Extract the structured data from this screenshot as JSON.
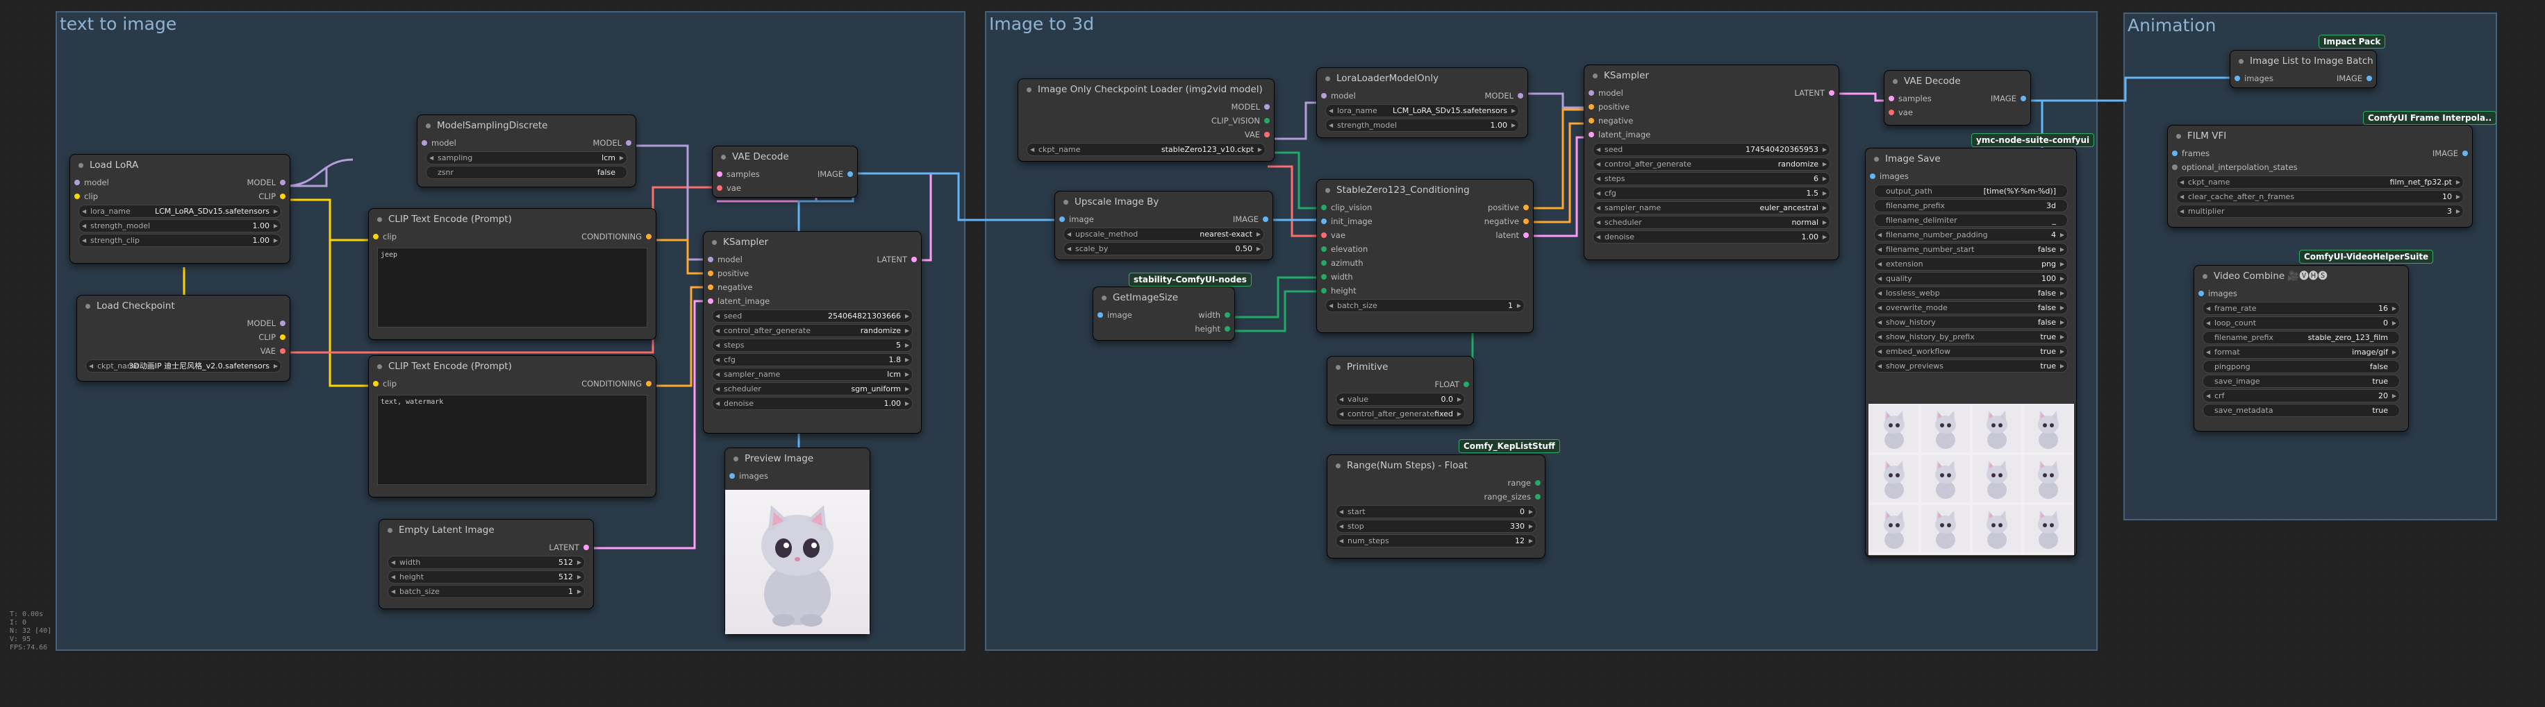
{
  "groups": {
    "t2i": "text to image",
    "i23d": "Image to 3d",
    "anim": "Animation"
  },
  "stats": [
    "T: 0.00s",
    "I: 0",
    "N: 32 [40]",
    "V: 95",
    "FPS:74.66"
  ],
  "load_lora": {
    "title": "Load LoRA",
    "in_model": "model",
    "in_clip": "clip",
    "out_model": "MODEL",
    "out_clip": "CLIP",
    "w": [
      [
        "lora_name",
        "LCM_LoRA_SDv15.safetensors"
      ],
      [
        "strength_model",
        "1.00"
      ],
      [
        "strength_clip",
        "1.00"
      ]
    ]
  },
  "load_ckpt": {
    "title": "Load Checkpoint",
    "out_model": "MODEL",
    "out_clip": "CLIP",
    "out_vae": "VAE",
    "w_name": "ckpt_name",
    "w_val": "3D动画IP 迪士尼风格_v2.0.safetensors"
  },
  "msd": {
    "title": "ModelSamplingDiscrete",
    "in_model": "model",
    "out_model": "MODEL",
    "w": [
      [
        "sampling",
        "lcm"
      ],
      [
        "zsnr",
        "false"
      ]
    ]
  },
  "clip1": {
    "title": "CLIP Text Encode (Prompt)",
    "in_clip": "clip",
    "out": "CONDITIONING",
    "text": "jeep"
  },
  "clip2": {
    "title": "CLIP Text Encode (Prompt)",
    "in_clip": "clip",
    "out": "CONDITIONING",
    "text": "text, watermark"
  },
  "latent": {
    "title": "Empty Latent Image",
    "out": "LATENT",
    "w": [
      [
        "width",
        "512"
      ],
      [
        "height",
        "512"
      ],
      [
        "batch_size",
        "1"
      ]
    ]
  },
  "vaedec1": {
    "title": "VAE Decode",
    "in_samples": "samples",
    "in_vae": "vae",
    "out": "IMAGE"
  },
  "ks1": {
    "title": "KSampler",
    "ins": [
      "model",
      "positive",
      "negative",
      "latent_image"
    ],
    "out": "LATENT",
    "w": [
      [
        "seed",
        "254064821303666"
      ],
      [
        "control_after_generate",
        "randomize"
      ],
      [
        "steps",
        "5"
      ],
      [
        "cfg",
        "1.8"
      ],
      [
        "sampler_name",
        "lcm"
      ],
      [
        "scheduler",
        "sgm_uniform"
      ],
      [
        "denoise",
        "1.00"
      ]
    ]
  },
  "preview": {
    "title": "Preview Image",
    "in": "images"
  },
  "ckpt_img": {
    "title": "Image Only Checkpoint Loader (img2vid model)",
    "outs": [
      "MODEL",
      "CLIP_VISION",
      "VAE"
    ],
    "w_name": "ckpt_name",
    "w_val": "stableZero123_v10.ckpt"
  },
  "upscale": {
    "title": "Upscale Image By",
    "in": "image",
    "out": "IMAGE",
    "w": [
      [
        "upscale_method",
        "nearest-exact"
      ],
      [
        "scale_by",
        "0.50"
      ]
    ]
  },
  "badge_stab": "stability-ComfyUI-nodes",
  "getsize": {
    "title": "GetImageSize",
    "in": "image",
    "outs": [
      "width",
      "height"
    ]
  },
  "lora2": {
    "title": "LoraLoaderModelOnly",
    "in": "model",
    "out": "MODEL",
    "w": [
      [
        "lora_name",
        "LCM_LoRA_SDv15.safetensors"
      ],
      [
        "strength_model",
        "1.00"
      ]
    ]
  },
  "sz123": {
    "title": "StableZero123_Conditioning",
    "ins": [
      "clip_vision",
      "init_image",
      "vae",
      "elevation",
      "azimuth",
      "width",
      "height"
    ],
    "outs": [
      "positive",
      "negative",
      "latent"
    ],
    "w": [
      [
        "batch_size",
        "1"
      ]
    ]
  },
  "primitive": {
    "title": "Primitive",
    "out": "FLOAT",
    "w": [
      [
        "value",
        "0.0"
      ],
      [
        "control_after_generate",
        "fixed"
      ]
    ]
  },
  "badge_kep": "Comfy_KepListStuff",
  "range": {
    "title": "Range(Num Steps) - Float",
    "outs": [
      "range",
      "range_sizes"
    ],
    "w": [
      [
        "start",
        "0"
      ],
      [
        "stop",
        "330"
      ],
      [
        "num_steps",
        "12"
      ]
    ]
  },
  "ks2": {
    "title": "KSampler",
    "ins": [
      "model",
      "positive",
      "negative",
      "latent_image"
    ],
    "out": "LATENT",
    "w": [
      [
        "seed",
        "174540420365953"
      ],
      [
        "control_after_generate",
        "randomize"
      ],
      [
        "steps",
        "6"
      ],
      [
        "cfg",
        "1.5"
      ],
      [
        "sampler_name",
        "euler_ancestral"
      ],
      [
        "scheduler",
        "normal"
      ],
      [
        "denoise",
        "1.00"
      ]
    ]
  },
  "vaedec2": {
    "title": "VAE Decode",
    "in_samples": "samples",
    "in_vae": "vae",
    "out": "IMAGE"
  },
  "badge_ymc": "ymc-node-suite-comfyui",
  "imgsave": {
    "title": "Image Save",
    "in": "images",
    "w": [
      [
        "output_path",
        "[time(%Y-%m-%d)]"
      ],
      [
        "filename_prefix",
        "3d"
      ],
      [
        "filename_delimiter",
        "_"
      ],
      [
        "filename_number_padding",
        "4"
      ],
      [
        "filename_number_start",
        "false"
      ],
      [
        "extension",
        "png"
      ],
      [
        "quality",
        "100"
      ],
      [
        "lossless_webp",
        "false"
      ],
      [
        "overwrite_mode",
        "false"
      ],
      [
        "show_history",
        "false"
      ],
      [
        "show_history_by_prefix",
        "true"
      ],
      [
        "embed_workflow",
        "true"
      ],
      [
        "show_previews",
        "true"
      ]
    ]
  },
  "imglist": {
    "title": "Image List to Image Batch",
    "in": "images",
    "out": "IMAGE"
  },
  "badge_impact": "Impact Pack",
  "badge_film": "ComfyUI Frame Interpola..",
  "film": {
    "title": "FILM VFI",
    "in1": "frames",
    "in2": "optional_interpolation_states",
    "out": "IMAGE",
    "w": [
      [
        "ckpt_name",
        "film_net_fp32.pt"
      ],
      [
        "clear_cache_after_n_frames",
        "10"
      ],
      [
        "multiplier",
        "3"
      ]
    ]
  },
  "badge_vhs": "ComfyUI-VideoHelperSuite",
  "vcombine": {
    "title": "Video Combine 🎥🅥🅗🅢",
    "in": "images",
    "w": [
      [
        "frame_rate",
        "16"
      ],
      [
        "loop_count",
        "0"
      ],
      [
        "filename_prefix",
        "stable_zero_123_film"
      ],
      [
        "format",
        "image/gif"
      ],
      [
        "pingpong",
        "false"
      ],
      [
        "save_image",
        "true"
      ],
      [
        "crf",
        "20"
      ],
      [
        "save_metadata",
        "true"
      ]
    ]
  },
  "colors": {
    "model": "#b39ddb",
    "clip": "#ffd500",
    "vae": "#ff6e6e",
    "cond": "#ffa931",
    "latent": "#ff9cf9",
    "image": "#64b5f6"
  }
}
